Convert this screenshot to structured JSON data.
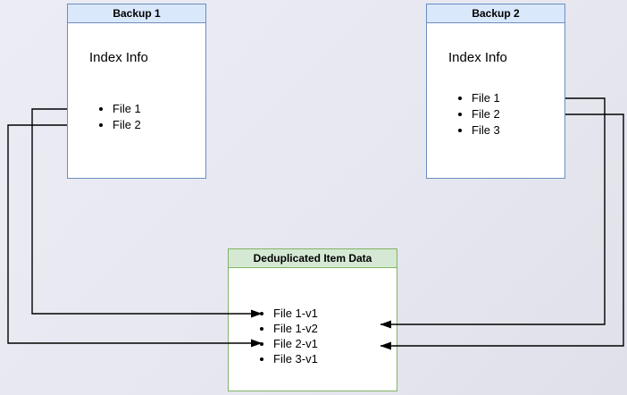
{
  "diagram": {
    "background": "#e7e7f0",
    "arrow_color": "#000000",
    "nodes": {
      "backup1": {
        "title": "Backup 1",
        "label": "Index Info",
        "items": [
          "File 1",
          "File 2"
        ],
        "fill": "#dae8fc",
        "stroke": "#6c8ebf"
      },
      "backup2": {
        "title": "Backup 2",
        "label": "Index Info",
        "items": [
          "File 1",
          "File 2",
          "File 3"
        ],
        "fill": "#dae8fc",
        "stroke": "#6c8ebf"
      },
      "dedup": {
        "title": "Deduplicated Item Data",
        "items": [
          "File 1-v1",
          "File 1-v2",
          "File 2-v1",
          "File 3-v1"
        ],
        "fill": "#d5e8d4",
        "stroke": "#82b366"
      }
    },
    "connections": [
      {
        "from": "Backup 1 / File 1",
        "to": "File 1-v1"
      },
      {
        "from": "Backup 1 / File 2",
        "to": "File 2-v1"
      },
      {
        "from": "Backup 2 / File 1",
        "to": "File 1-v2"
      },
      {
        "from": "Backup 2 / File 2",
        "to": "File 2-v1"
      }
    ]
  }
}
